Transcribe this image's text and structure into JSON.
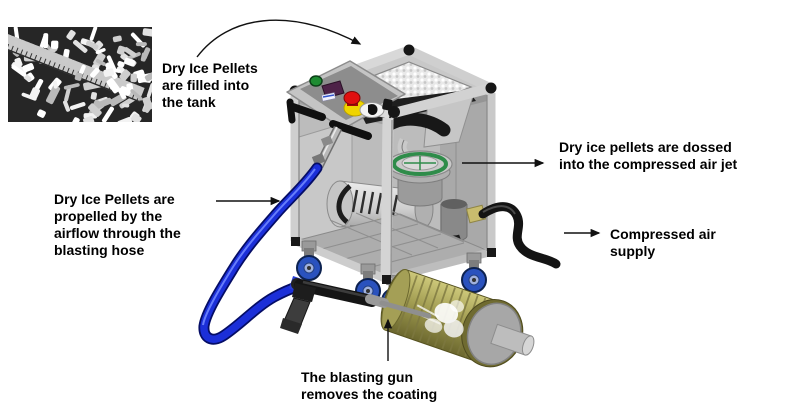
{
  "colors": {
    "hose_blue": "#1b2fd8",
    "wheel_blue": "#2a52be",
    "drum_olive": "#a49f56",
    "estop_red": "#e01010",
    "estop_yellow": "#f0d400",
    "power_green": "#1e8c32",
    "display_purple": "#4e2248"
  },
  "annotations": {
    "filled": {
      "line1": "Dry Ice Pellets",
      "line2": "are filled into",
      "line3": "the tank"
    },
    "propelled": {
      "line1": "Dry Ice Pellets are",
      "line2": "propelled by the",
      "line3": "airflow through the",
      "line4": "blasting hose"
    },
    "dossed": {
      "line1": "Dry ice pellets are dossed",
      "line2": "into the compressed air jet"
    },
    "air_supply": {
      "line1": "Compressed air",
      "line2": "supply"
    },
    "blasting_gun": {
      "line1": "The blasting gun",
      "line2": "removes the coating"
    }
  }
}
